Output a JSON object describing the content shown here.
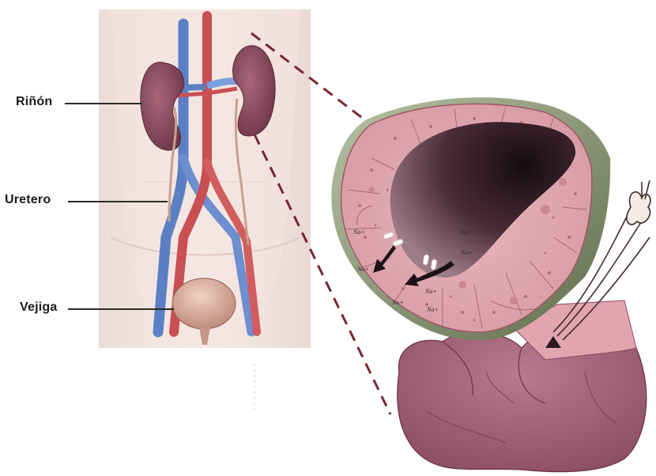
{
  "labels": {
    "kidney": "Riñón",
    "ureter": "Uretero",
    "bladder": "Vejiga"
  },
  "ions": {
    "sodium": "Na+"
  },
  "colors": {
    "tissue": "#dca7ae",
    "kidney": "#8d4f63",
    "vein": "#5b7fc4",
    "artery": "#c94f52",
    "cavity": "#3a2230",
    "outline": "#7a2632"
  },
  "icons": [
    "flow-arrow-icon",
    "ion-channel-icon",
    "nerve-ending-icon"
  ]
}
